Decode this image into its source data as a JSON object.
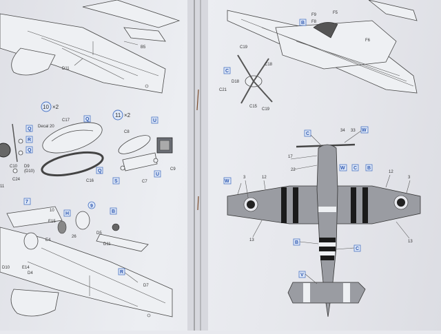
{
  "left_page": {
    "top_labels": {
      "b5": "B5",
      "d11": "D11"
    },
    "step10": {
      "number": "10",
      "qty": "×2",
      "labels": {
        "decal": "Decal 20",
        "c17": "C17",
        "c16": "C16",
        "tag_q1": "Q",
        "tag_q2": "Q"
      }
    },
    "step11": {
      "number": "11",
      "qty": "×2",
      "labels": {
        "c8": "C8",
        "c9": "C9",
        "c7": "C7",
        "tag_u1": "U",
        "tag_u2": "U",
        "tag_s": "S"
      }
    },
    "left_edge": {
      "tags": [
        "Q",
        "R",
        "Q"
      ],
      "labels": {
        "c10": "C10",
        "d9": "D9",
        "d10": "(D10)",
        "c24": "C24",
        "c11": "11"
      }
    },
    "bottom": {
      "tags": {
        "t7": "7",
        "h": "H",
        "b": "B",
        "r": "R",
        "t9": "9"
      },
      "labels": {
        "l10": "10",
        "e15": "E15",
        "d10": "D10",
        "e14": "E14",
        "d4": "D4",
        "d5": "D5",
        "d7": "D7",
        "e4": "E4",
        "l26": "26",
        "d11": "D11"
      }
    }
  },
  "right_page": {
    "top": {
      "tags": {
        "b": "B",
        "c": "C"
      },
      "labels": {
        "f8": "F8",
        "f9": "F9",
        "f5": "F5",
        "f6": "F6",
        "c19a": "C19",
        "c19b": "C19",
        "c18": "C18",
        "d18": "D18",
        "c21": "C21",
        "c15": "C15"
      }
    },
    "profile": {
      "tags": {
        "c_top": "C",
        "w_top": "W",
        "w_left": "W",
        "w_mid": "W",
        "c_mid": "C",
        "b_mid": "B",
        "b_low": "B",
        "c_low": "C",
        "v": "V"
      },
      "callouts": {
        "n34": "34",
        "n33": "33",
        "n17": "17",
        "n22": "22",
        "n3a": "3",
        "n12a": "12",
        "n12b": "12",
        "n3b": "3",
        "n13a": "13",
        "n13b": "13"
      }
    }
  },
  "colors": {
    "paper": "#e8e9ee",
    "tag_blue": "#2a55b0",
    "invasion_stripe": "#1a1a1a",
    "camouflage": "#9a9ca2"
  }
}
